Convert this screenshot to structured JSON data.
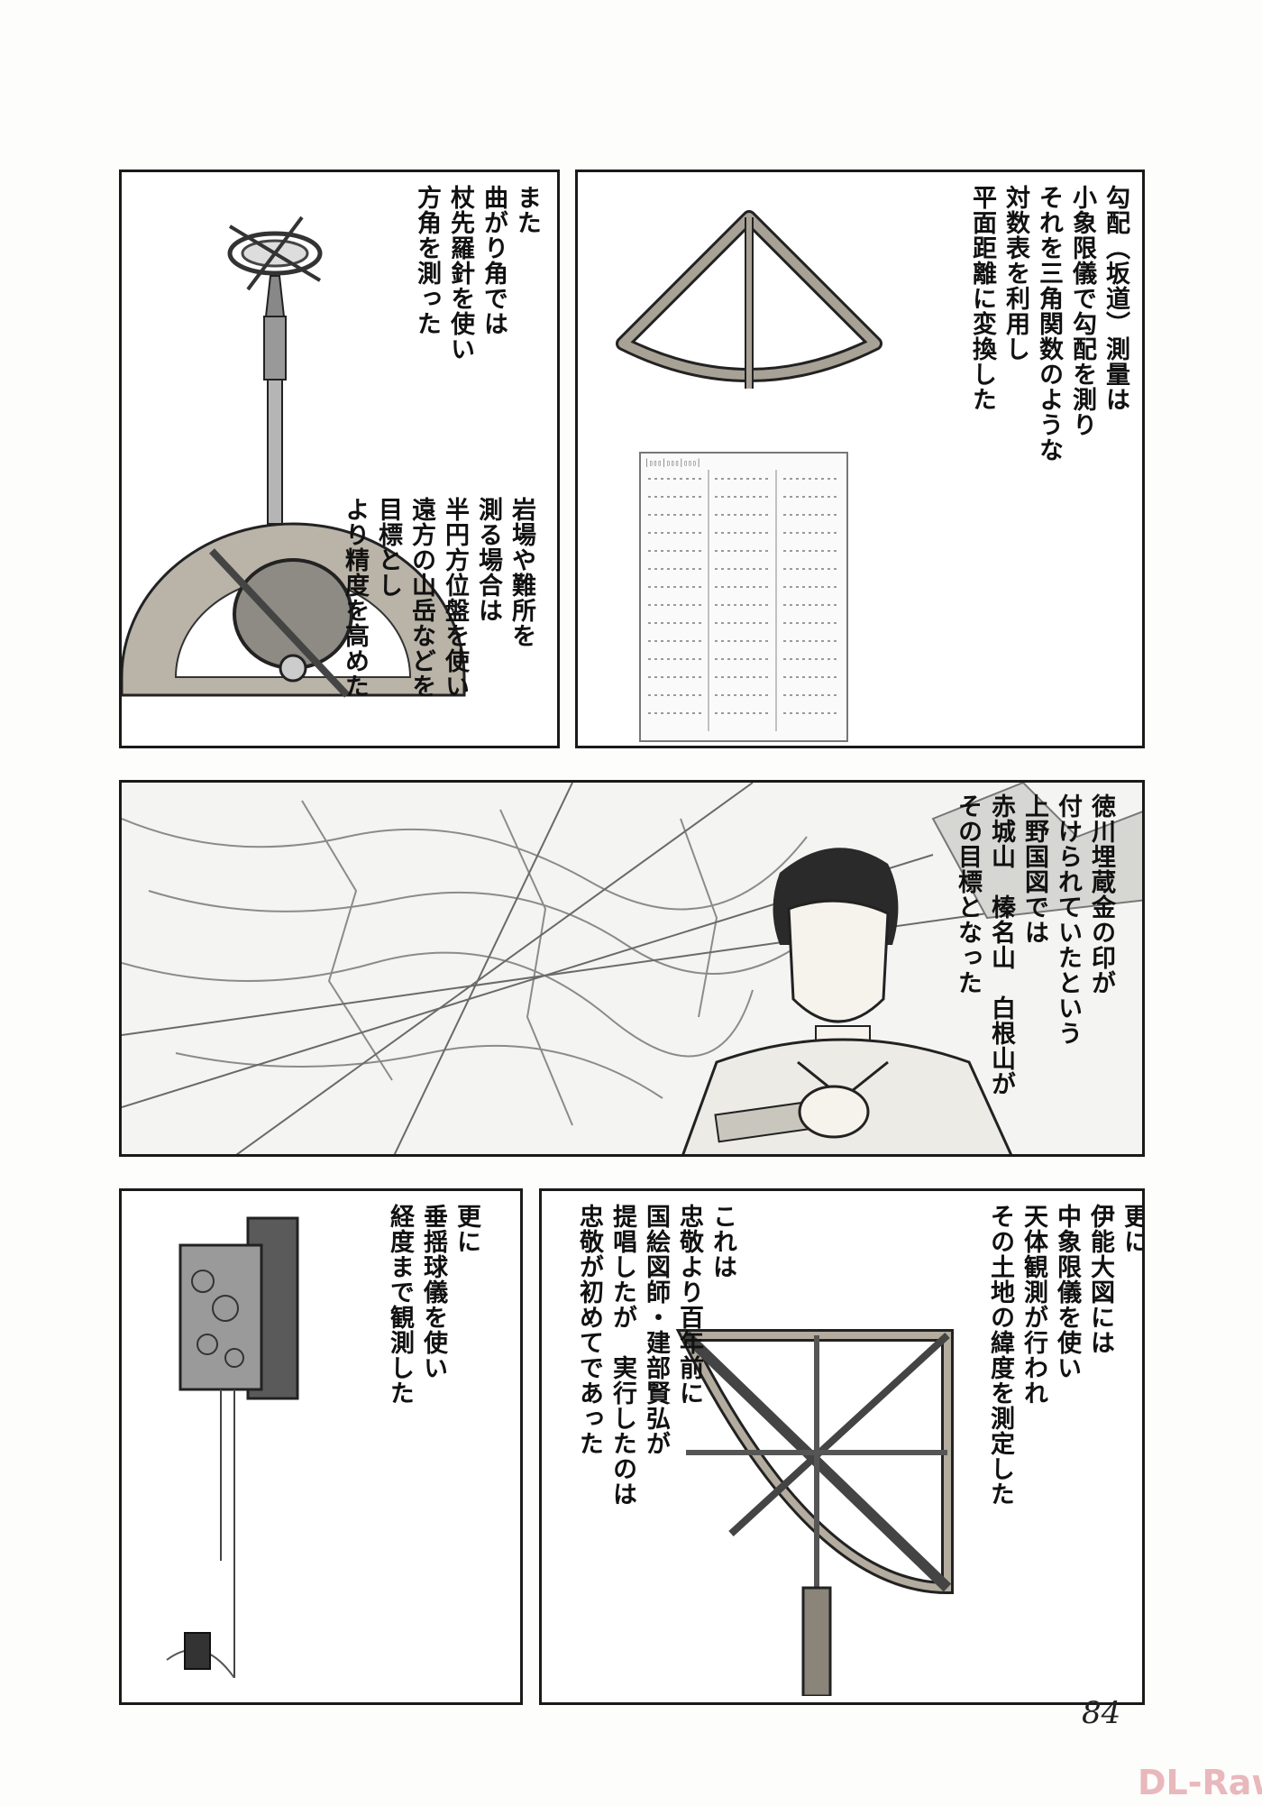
{
  "panels": {
    "p1": {
      "text": "また\n曲がり角では\n杖先羅針を使い\n方角を測った",
      "text2": "岩場や難所を\n測る場合は\n半円方位盤を使い\n遠方の山岳などを\n目標とし\nより精度を高めた"
    },
    "p2": {
      "text": "勾配（坂道）測量は\n小象限儀で勾配を測り\nそれを三角関数のような\n対数表を利用し\n平面距離に変換した"
    },
    "p3": {
      "text": "徳川埋蔵金の印が\n付けられていたという\n上野国図では\n赤城山　榛名山　白根山が\nその目標となった"
    },
    "p4": {
      "text": "更に\n垂揺球儀を使い\n経度まで観測した"
    },
    "p5": {
      "text": "更に\n伊能大図には\n中象限儀を使い\n天体観測が行われ\nその土地の緯度を測定した",
      "text2": "これは\n忠敬より百年前に\n国絵図師・建部賢弘が\n提唱したが　実行したのは\n忠敬が初めてであった"
    }
  },
  "page_number": "84",
  "watermark": "DL-Raw.S"
}
